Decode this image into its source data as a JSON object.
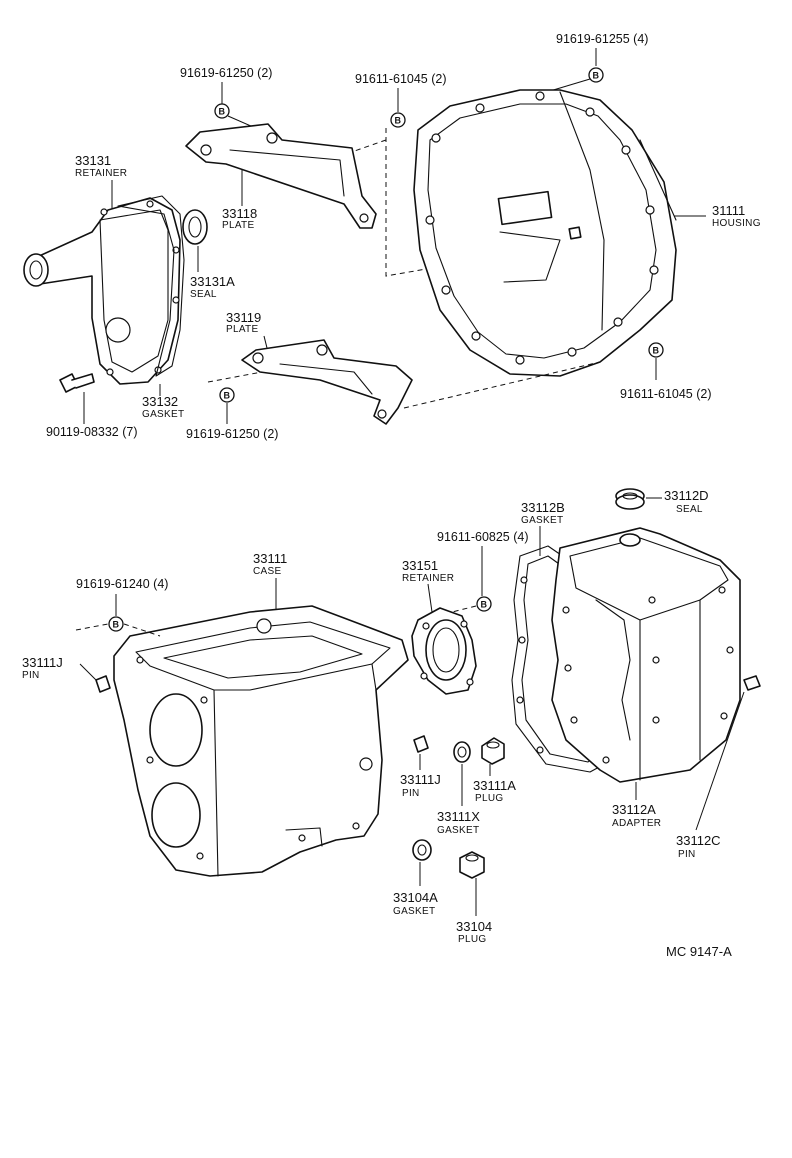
{
  "diagram_code": "MC 9147-A",
  "badge_letter": "B",
  "labels": {
    "p91619_61255": "91619-61255 (4)",
    "p91619_61250_top": "91619-61250 (2)",
    "p91611_61045_top": "91611-61045 (2)",
    "p33131": "33131",
    "n_retainer_1": "RETAINER",
    "p33118": "33118",
    "n_plate_1": "PLATE",
    "p31111": "31111",
    "n_housing": "HOUSING",
    "p33131a": "33131A",
    "n_seal_1": "SEAL",
    "p33119": "33119",
    "n_plate_2": "PLATE",
    "p33132": "33132",
    "n_gasket_1": "GASKET",
    "p90119": "90119-08332 (7)",
    "p91619_61250_bot": "91619-61250 (2)",
    "p91611_61045_bot": "91611-61045 (2)",
    "p33112b": "33112B",
    "n_gasket_2": "GASKET",
    "p33112d": "33112D",
    "n_seal_2": "SEAL",
    "p91611_60825": "91611-60825 (4)",
    "p33151": "33151",
    "n_retainer_2": "RETAINER",
    "p33111_case": "33111",
    "n_case": "CASE",
    "p91619_61240": "91619-61240 (4)",
    "p33111j_left": "33111J",
    "n_pin_1": "PIN",
    "p33111j_mid": "33111J",
    "n_pin_2": "PIN",
    "p33111a": "33111A",
    "n_plug_1": "PLUG",
    "p33111x": "33111X",
    "n_gasket_3": "GASKET",
    "p33112a": "33112A",
    "n_adapter": "ADAPTER",
    "p33112c": "33112C",
    "n_pin_3": "PIN",
    "p33104a": "33104A",
    "n_gasket_4": "GASKET",
    "p33104": "33104",
    "n_plug_2": "PLUG"
  }
}
